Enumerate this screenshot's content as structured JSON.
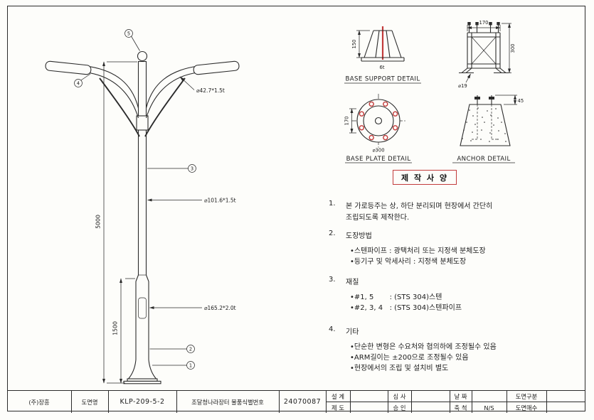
{
  "sheet": {
    "background": "#fdfdfa",
    "line_color": "#2b2b2b",
    "accent_red": "#c23b3b"
  },
  "pole_view": {
    "callouts": {
      "c1": "1",
      "c2": "2",
      "c3": "3",
      "c4": "4",
      "c5": "5"
    },
    "dim_arm_pipe": "⌀42.7*1.5t",
    "dim_upper_pipe": "⌀101.6*1.5t",
    "dim_lower_pipe": "⌀165.2*2.0t",
    "dim_total_height": "5000",
    "dim_base_height": "1500"
  },
  "details": {
    "base_support": {
      "title": "BASE SUPPORT DETAIL",
      "dim_height": "150",
      "dim_thickness": "6t"
    },
    "anchor_cage": {
      "dim_width": "170",
      "dim_height": "300",
      "dim_bolt_dia": "⌀19"
    },
    "base_plate": {
      "title": "BASE PLATE DETAIL",
      "dim_height": "170",
      "dim_diameter": "⌀300"
    },
    "anchor": {
      "title": "ANCHOR DETAIL",
      "dim_projection": "45"
    }
  },
  "specs": {
    "title": "제 작 사 양",
    "item1_no": "1.",
    "item1_line1": "본 가로등주는 상, 하단 분리되며 현장에서 간단히",
    "item1_line2": "조립되도록 제작한다.",
    "item2_no": "2.",
    "item2_title": "도장방법",
    "item2_b1": "•스텐파이프 : 광택처리 또는 지정색 분체도장",
    "item2_b2": "•등기구 및 악세사리 : 지정색 분체도장",
    "item3_no": "3.",
    "item3_title": "재질",
    "item3_b1": "•#1, 5       : (STS 304)스텐",
    "item3_b2": "•#2, 3, 4   : (STS 304)스텐파이프",
    "item4_no": "4.",
    "item4_title": "기타",
    "item4_b1": "•단순한 변형은 수요처와 협의하에 조정될수 있음",
    "item4_b2": "•ARM길이는 ±200으로 조정될수 있음",
    "item4_b3": "•현장에서의 조립 및 설치비 별도"
  },
  "title_block": {
    "company": "(주)장흥",
    "drawing_name_label": "도면명",
    "drawing_number": "KLP-209-5-2",
    "product_id_label": "조달청나라장터 물품식별번호",
    "product_id_value": "24070087",
    "design_label": "설 계",
    "draft_label": "제 도",
    "review_label": "심 사",
    "approve_label": "승 인",
    "date_label": "날 짜",
    "scale_label": "축 척",
    "scale_value": "N/S",
    "category_label": "도면구분",
    "sheet_count_label": "도면매수"
  }
}
